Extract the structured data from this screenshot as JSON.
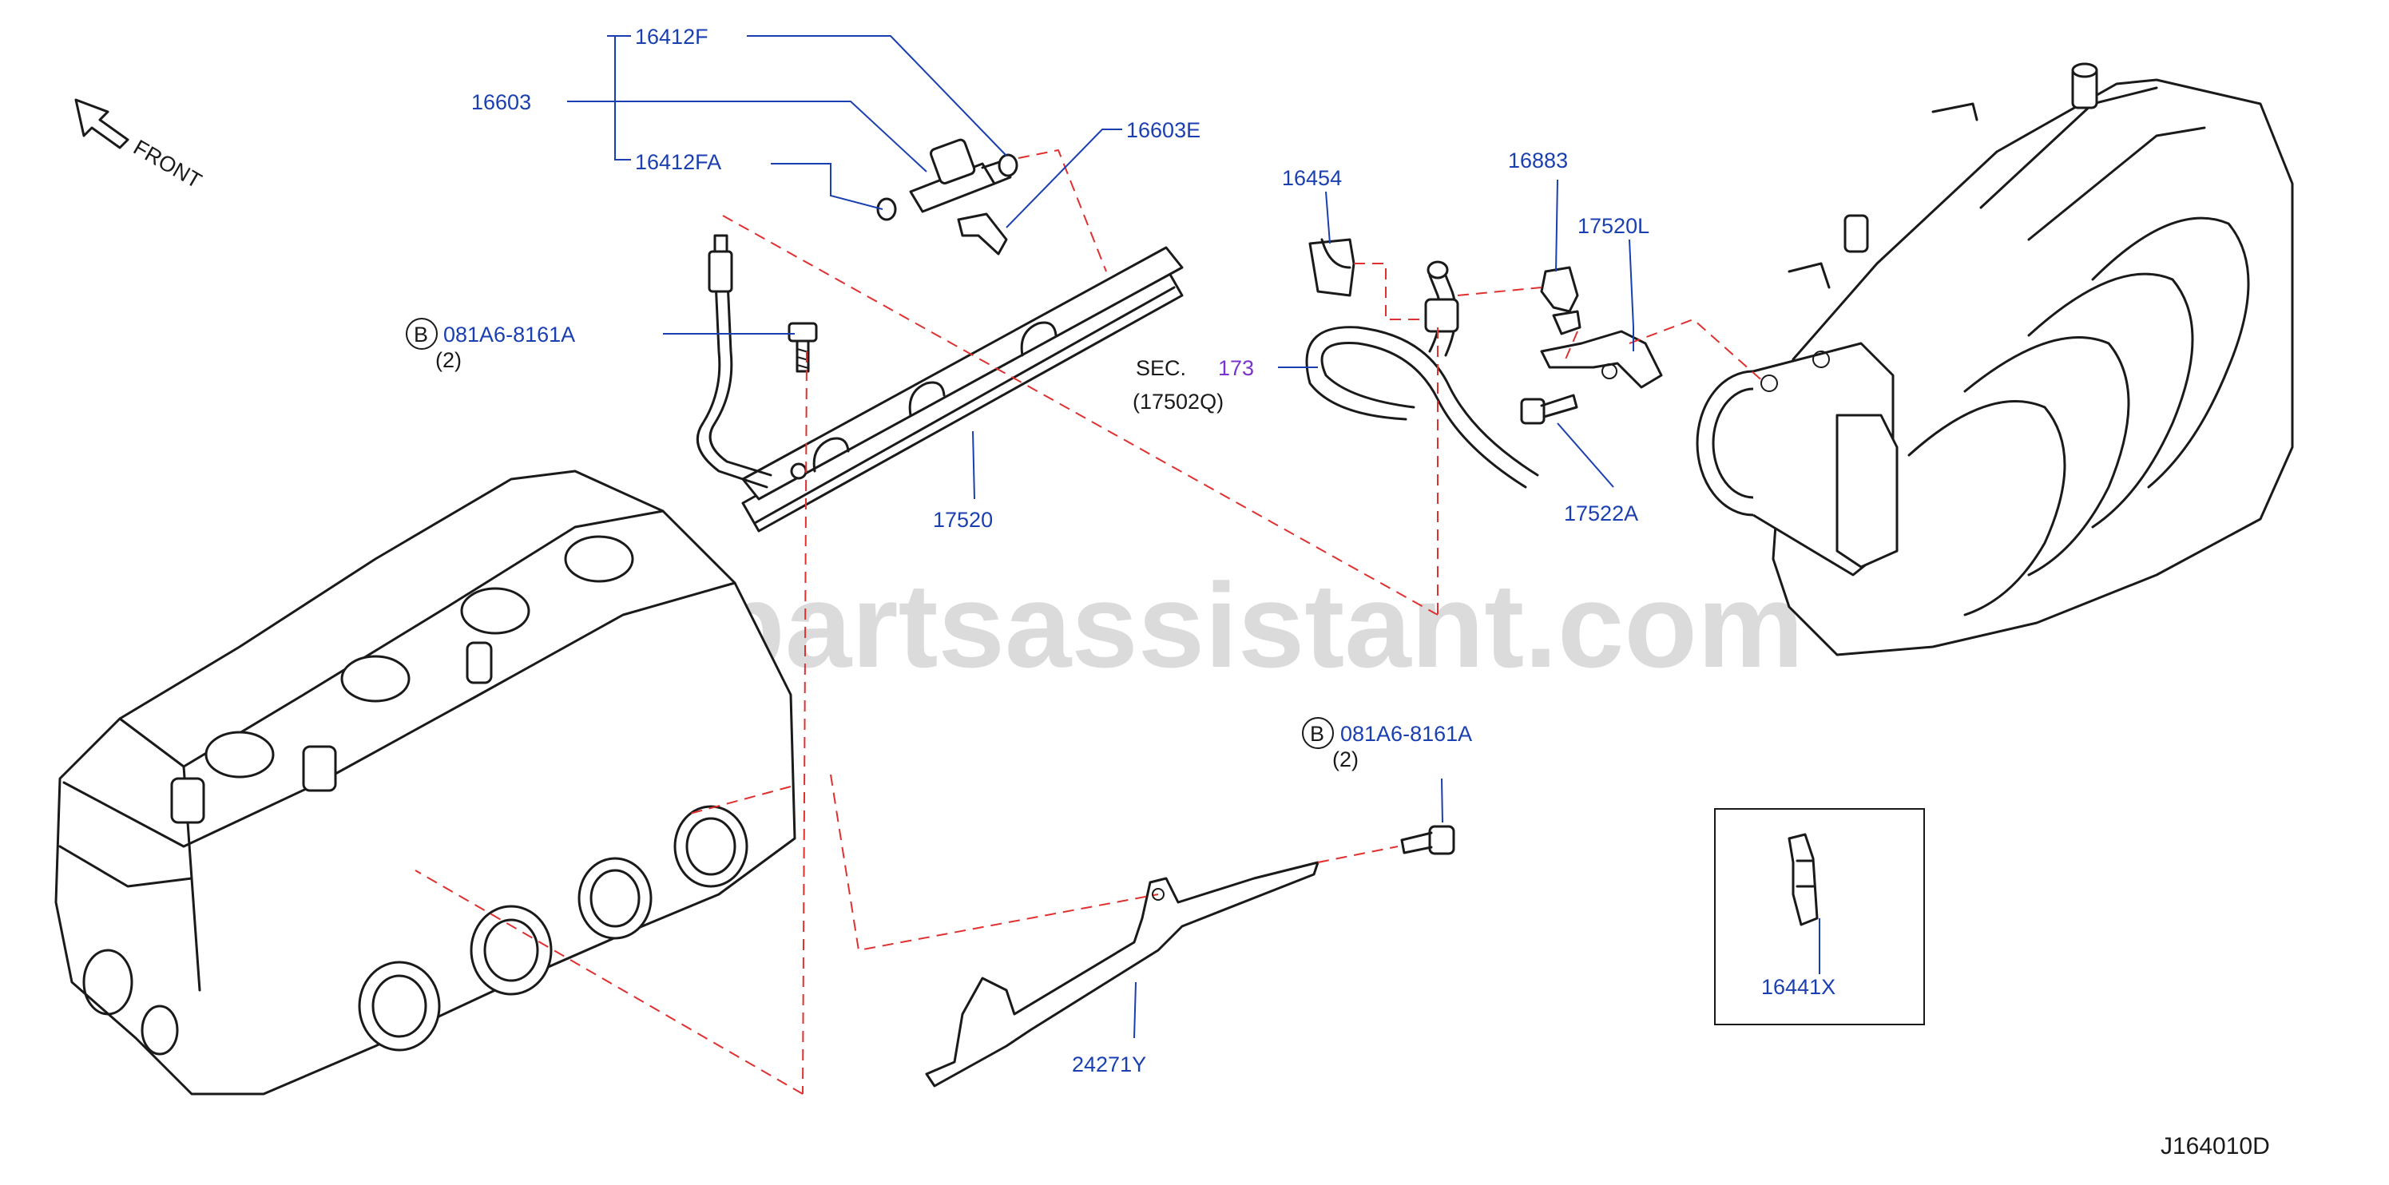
{
  "diagram": {
    "code": "J164010D",
    "watermark": "www.partsassistant.com",
    "front_label": "FRONT",
    "colors": {
      "callout": "#1a3fb0",
      "section_ref": "#7a33cc",
      "dash": "#e03030",
      "line": "#1a1a1a"
    },
    "callouts": {
      "p16412F": "16412F",
      "p16603": "16603",
      "p16412FA": "16412FA",
      "p16603E": "16603E",
      "bolt_top": "081A6-8161A",
      "bolt_top_qty": "(2)",
      "bolt_top_circle": "B",
      "p17520": "17520",
      "p16454": "16454",
      "p16883": "16883",
      "p17520L": "17520L",
      "sec_prefix": "SEC.",
      "sec_num": "173",
      "sec_sub": "(17502Q)",
      "p17522A": "17522A",
      "bolt_bottom": "081A6-8161A",
      "bolt_bottom_qty": "(2)",
      "bolt_bottom_circle": "B",
      "p24271Y": "24271Y",
      "p16441X": "16441X"
    }
  }
}
